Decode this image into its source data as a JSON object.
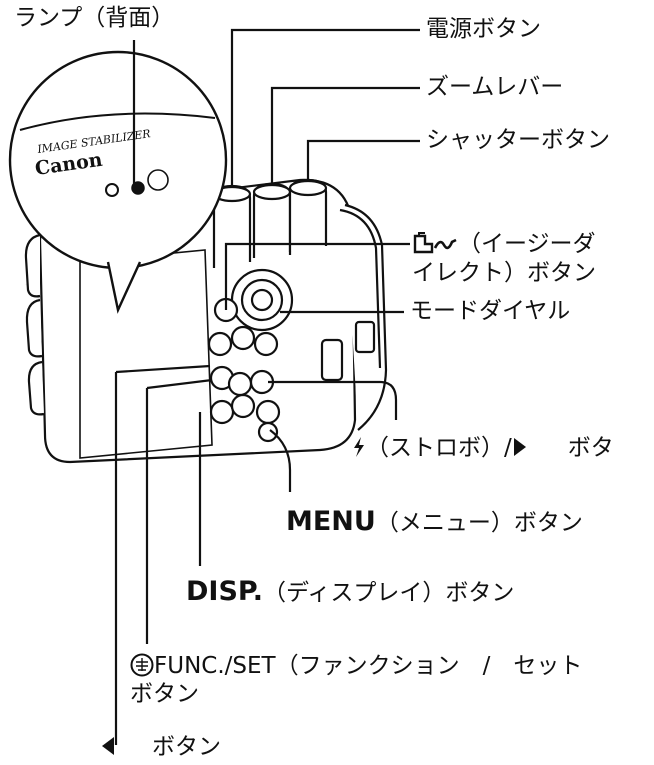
{
  "labels": {
    "lamp": "ランプ（背面）",
    "power": "電源ボタン",
    "zoom": "ズームレバー",
    "shutter": "シャッターボタン",
    "direct_rest": "（イージーダ",
    "direct_line2": "イレクト）ボタン",
    "mode_dial": "モードダイヤル",
    "flash_rest": "（ストロボ）/",
    "flash_tail": "ボタ",
    "menu_key": "MENU",
    "menu_rest": "（メニュー）ボタン",
    "disp_key": "DISP.",
    "disp_rest": "（ディスプレイ）ボタン",
    "func_line1": "FUNC./SET（ファンクション　/　セット",
    "func_line2": "ボタン",
    "left_button": "ボタン"
  },
  "camera_branding": {
    "brand": "Canon",
    "model_text": "IMAGE STABILIZER"
  },
  "icons": {
    "direct": "print-share-icon",
    "flash": "flash-icon",
    "right_arrow": "right-triangle-icon",
    "func_set": "func-set-icon",
    "left_arrow": "left-triangle-icon"
  }
}
